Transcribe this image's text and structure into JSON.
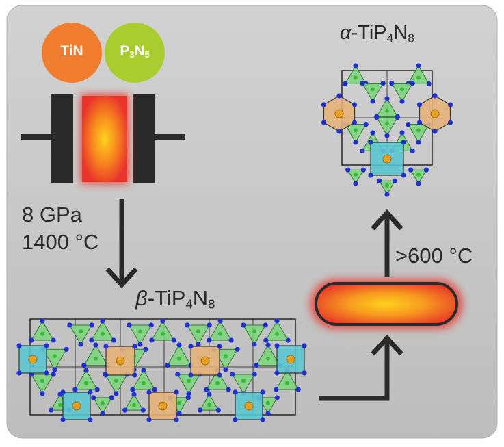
{
  "reactants": {
    "a": {
      "label": "TiN",
      "color": "#f07d2e"
    },
    "b": {
      "label_main": "P",
      "sub1": "3",
      "label_mid": "N",
      "sub2": "5",
      "color": "#a9cc2f"
    }
  },
  "conditions": {
    "pressure": "8 GPa",
    "temperature": "1400 °C"
  },
  "beta_phase": {
    "prefix": "β",
    "formula_main": "-TiP",
    "sub1": "4",
    "formula_mid": "N",
    "sub2": "8"
  },
  "alpha_phase": {
    "prefix": "α",
    "formula_main": "-TiP",
    "sub1": "4",
    "formula_mid": "N",
    "sub2": "8"
  },
  "transition": {
    "temperature": ">600 °C"
  },
  "colors": {
    "background": "#c6c6c6",
    "tetrahedra": "#7ed37e",
    "nitrogen": "#1f2fd0",
    "titanium": "#e8a020",
    "ti_poly_orange": "#e5b27a",
    "ti_poly_cyan": "#5cc6d2",
    "heat_outer": "#e8342a",
    "heat_inner": "#ffd21c",
    "press_plates": "#2a2a2a"
  },
  "icons": [
    "press-icon",
    "heater-icon",
    "arrow-down-icon",
    "arrow-up-icon",
    "arrow-elbow-icon"
  ]
}
